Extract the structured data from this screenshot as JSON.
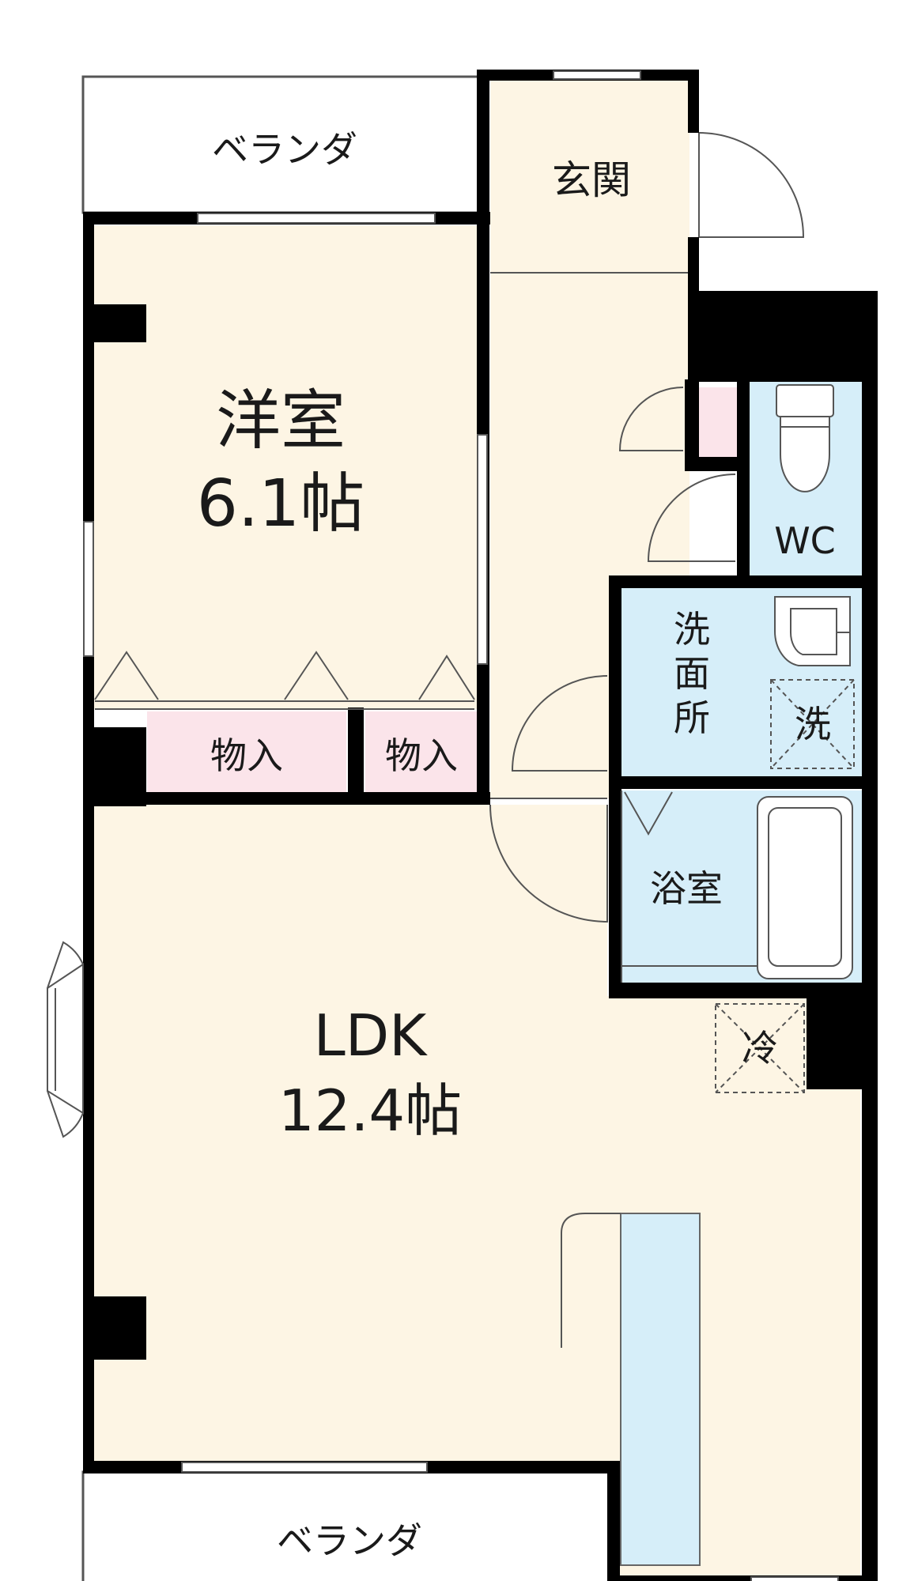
{
  "labels": {
    "veranda_top": "ベランダ",
    "genkan": "玄関",
    "yoshitsu_name": "洋室",
    "yoshitsu_size": "6.1帖",
    "monoire_1": "物入",
    "monoire_2": "物入",
    "wc": "WC",
    "senmenjo_1": "洗",
    "senmenjo_2": "面",
    "senmenjo_3": "所",
    "sentakuki": "洗",
    "yokushitsu": "浴室",
    "reizoko": "冷",
    "ldk_name": "LDK",
    "ldk_size": "12.4帖",
    "veranda_bottom": "ベランダ"
  },
  "colors": {
    "living_floor": "#fdf5e4",
    "wet_area": "#d6eef9",
    "storage": "#fbe4ea",
    "wall": "#000000",
    "outline": "#555555"
  }
}
